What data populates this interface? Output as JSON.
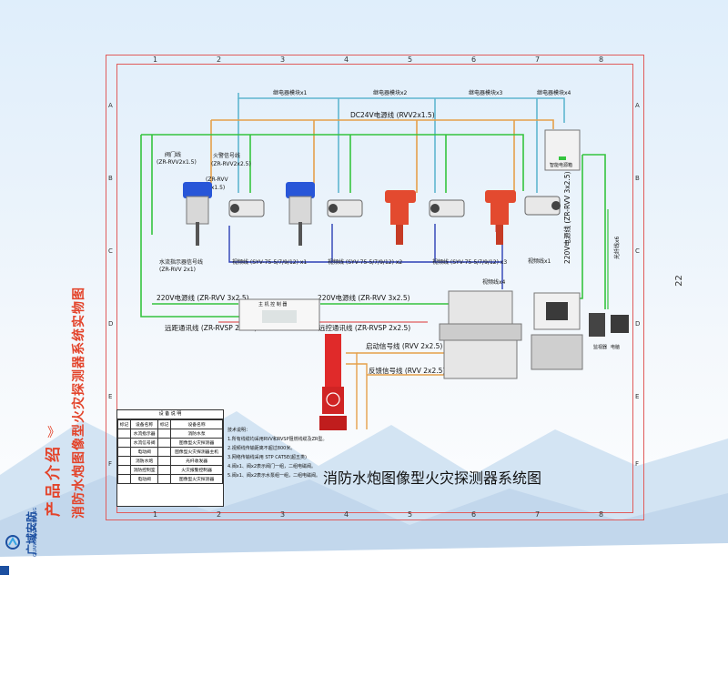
{
  "side": {
    "title": "产品介绍",
    "subtitle": "消防水炮图像型火灾探测器系统实物图",
    "logo": "广域安防",
    "logo_sub": "GUANGYUAN ANFANG",
    "arrows": "》"
  },
  "page_number": "22",
  "columns": [
    "1",
    "2",
    "3",
    "4",
    "5",
    "6",
    "7",
    "8"
  ],
  "rows": [
    "A",
    "B",
    "C",
    "D",
    "E",
    "F"
  ],
  "labels": {
    "relay1": "继电器模块x1",
    "relay2": "继电器模块x2",
    "relay3": "继电器模块x3",
    "relay4": "继电器模块x4",
    "dc24v": "DC24V电源线 (RVV2x1.5)",
    "valve_line": "阀门线",
    "valve_spec": "(ZR-RVV2x1.5)",
    "fire_signal": "火警信号线",
    "fire_signal_spec": "(ZR-RVV2x2.5)",
    "zr_rvv": "(ZR-RVV",
    "zr_rvv2": "6x1.5)",
    "flow_switch": "水流指示器信号线",
    "flow_switch_spec": "(ZR-RVV 2x1)",
    "video1": "视频线 (SYV-75-5/7/9/12) x1",
    "video2": "视频线 (SYV-75-5/7/9/12) x2",
    "video3": "视频线 (SYV-75-5/7/9/12) x3",
    "video_x1": "视频线x1",
    "video_x4": "视频线x4",
    "ac220_a": "220V电源线 (ZR-RVV 3x2.5)",
    "ac220_b": "220V电源线 (ZR-RVV 3x2.5)",
    "ac220_v": "220V电源线 (ZR-RVV 3x2.5)",
    "fiber": "光纤线x6",
    "remote_comm": "远距通讯线 (ZR-RVSP 2x2.5)",
    "local_comm": "远控通讯线 (ZR-RVSP 2x2.5)",
    "start_signal": "启动信号线 (RVV 2x2.5)",
    "feedback": "反馈信号线 (RVV 2x2.5)",
    "panel_title": "主 机 控 制 器",
    "box_label": "智能电源箱",
    "moni": "监视器",
    "pc": "电脑",
    "diagram_title": "消防水炮图像型火灾探测器系统图"
  },
  "legend": {
    "title": "设 备 说 明",
    "headers": [
      "标记",
      "设备名称",
      "标记",
      "设备名称"
    ],
    "rows": [
      [
        "",
        "水流指示器",
        "",
        "消防水泵"
      ],
      [
        "",
        "水流信号阀",
        "",
        "图像型火灾探测器"
      ],
      [
        "",
        "电动阀",
        "",
        "图像型火灾探测器主机"
      ],
      [
        "",
        "消防水炮",
        "",
        "光纤收发器"
      ],
      [
        "",
        "消防控制室",
        "",
        "火灾报警控制器"
      ],
      [
        "",
        "电动阀",
        "",
        "图像型火灾探测器"
      ]
    ]
  },
  "notes": {
    "head": "技术说明：",
    "lines": [
      "1.所有线缆均采用RVV和RVSP阻燃线缆及ZR型。",
      "2.视频线传输距离不超过800米。",
      "3.网络传输线采用 STP CAT5E(超五类)",
      "4.阀x1、阀x2表示阀门一组，二组电磁阀。",
      "5.阀x1、阀x2表示水泵组一组，二组电磁阀。"
    ]
  },
  "colors": {
    "green": "#35c43e",
    "cyan": "#5fb6cf",
    "orange": "#e5a04a",
    "blue": "#2b3fb5",
    "red": "#e05b5b",
    "title_red": "#e3442b"
  }
}
